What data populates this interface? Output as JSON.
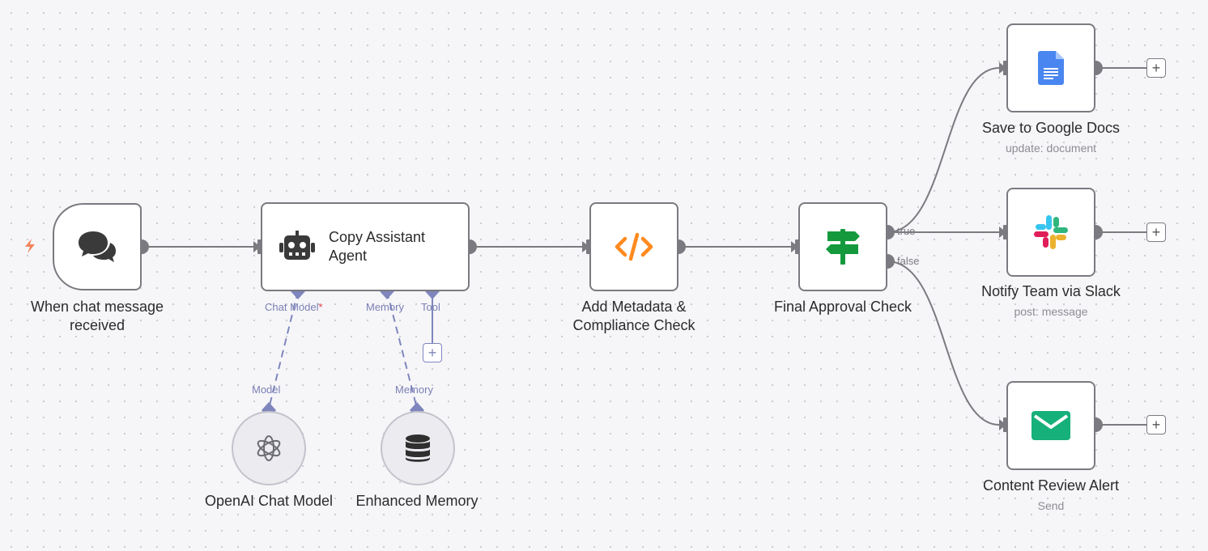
{
  "trigger": {
    "title": "When chat message received",
    "icon": "chat-bubbles-icon",
    "bolt_icon": "lightning-icon",
    "bolt_color": "#f2845c"
  },
  "agent": {
    "title": "Copy Assistant Agent",
    "icon": "robot-icon",
    "ports": {
      "chat_model": "Chat Model",
      "chat_model_required": "*",
      "memory": "Memory",
      "tool": "Tool"
    }
  },
  "metadata_node": {
    "title": "Add Metadata & Compliance Check",
    "icon": "code-icon",
    "icon_color": "#ff8a1f"
  },
  "approval_node": {
    "title": "Final Approval Check",
    "icon": "signpost-icon",
    "icon_color": "#149a3c",
    "branch_true": "true",
    "branch_false": "false"
  },
  "google_docs": {
    "title": "Save to Google Docs",
    "subtitle": "update: document",
    "icon": "google-docs-icon"
  },
  "slack": {
    "title": "Notify Team via Slack",
    "subtitle": "post: message",
    "icon": "slack-icon"
  },
  "email": {
    "title": "Content Review Alert",
    "subtitle": "Send",
    "icon": "mail-icon",
    "icon_color": "#16b07a"
  },
  "openai_node": {
    "title": "OpenAI Chat Model",
    "port_label": "Model",
    "icon": "openai-icon"
  },
  "memory_node": {
    "title": "Enhanced Memory",
    "port_label": "Memory",
    "icon": "database-icon"
  },
  "colors": {
    "edge": "#7a7a80",
    "sub_port": "#7f86bd",
    "canvas_bg": "#f6f6f9"
  }
}
